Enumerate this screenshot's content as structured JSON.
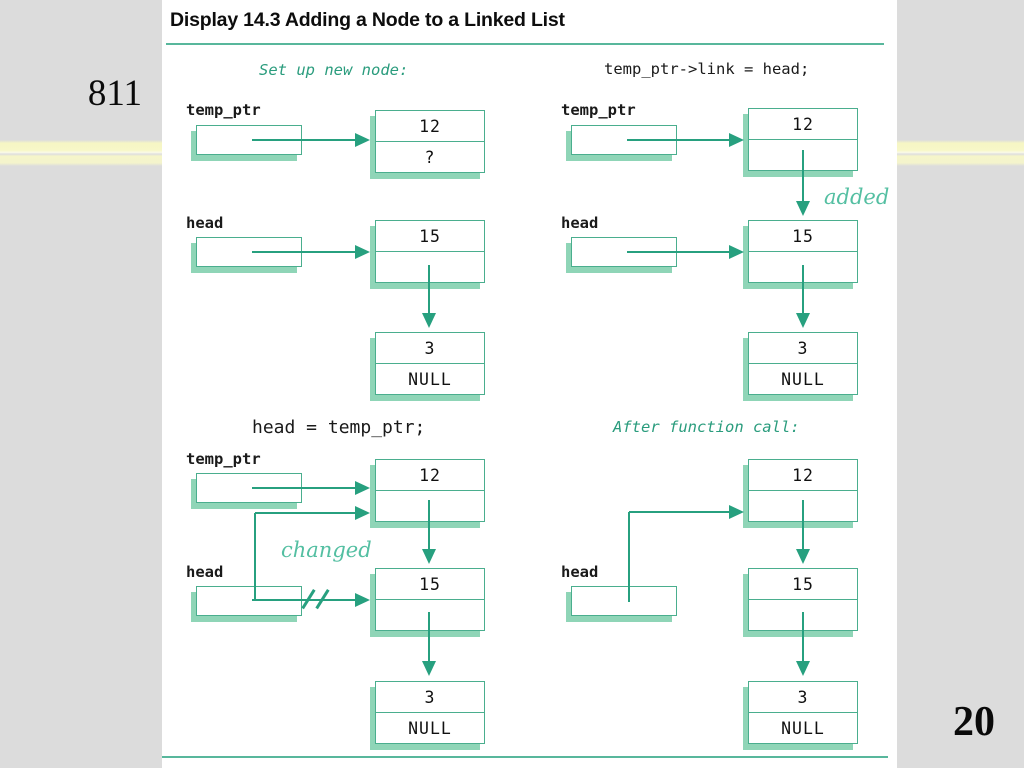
{
  "page": {
    "left_page_number": "811",
    "right_page_number": "20"
  },
  "figure": {
    "title": "Display 14.3 Adding a Node to a Linked List",
    "quadrants": {
      "top_left": {
        "caption": "Set up new node:",
        "temp_ptr_label": "temp_ptr",
        "head_label": "head",
        "nodes": [
          {
            "data": "12",
            "link": "?"
          },
          {
            "data": "15",
            "link": ""
          },
          {
            "data": "3",
            "link": "NULL"
          }
        ]
      },
      "top_right": {
        "caption": "temp_ptr->link = head;",
        "temp_ptr_label": "temp_ptr",
        "head_label": "head",
        "annotation": "added",
        "nodes": [
          {
            "data": "12",
            "link": ""
          },
          {
            "data": "15",
            "link": ""
          },
          {
            "data": "3",
            "link": "NULL"
          }
        ]
      },
      "bottom_left": {
        "caption": "head = temp_ptr;",
        "temp_ptr_label": "temp_ptr",
        "head_label": "head",
        "annotation": "changed",
        "nodes": [
          {
            "data": "12",
            "link": ""
          },
          {
            "data": "15",
            "link": ""
          },
          {
            "data": "3",
            "link": "NULL"
          }
        ]
      },
      "bottom_right": {
        "caption": "After function call:",
        "head_label": "head",
        "nodes": [
          {
            "data": "12",
            "link": ""
          },
          {
            "data": "15",
            "link": ""
          },
          {
            "data": "3",
            "link": "NULL"
          }
        ]
      }
    },
    "colors": {
      "teal_border": "#4aae8e",
      "teal_arrow": "#27a07f",
      "teal_shadow": "#8fd5b7",
      "teal_script": "#54bfa2",
      "teal_caption": "#2a9c7d",
      "background_gray": "#dcdcdc",
      "stripe_yellow": "#f6f6c6"
    }
  }
}
